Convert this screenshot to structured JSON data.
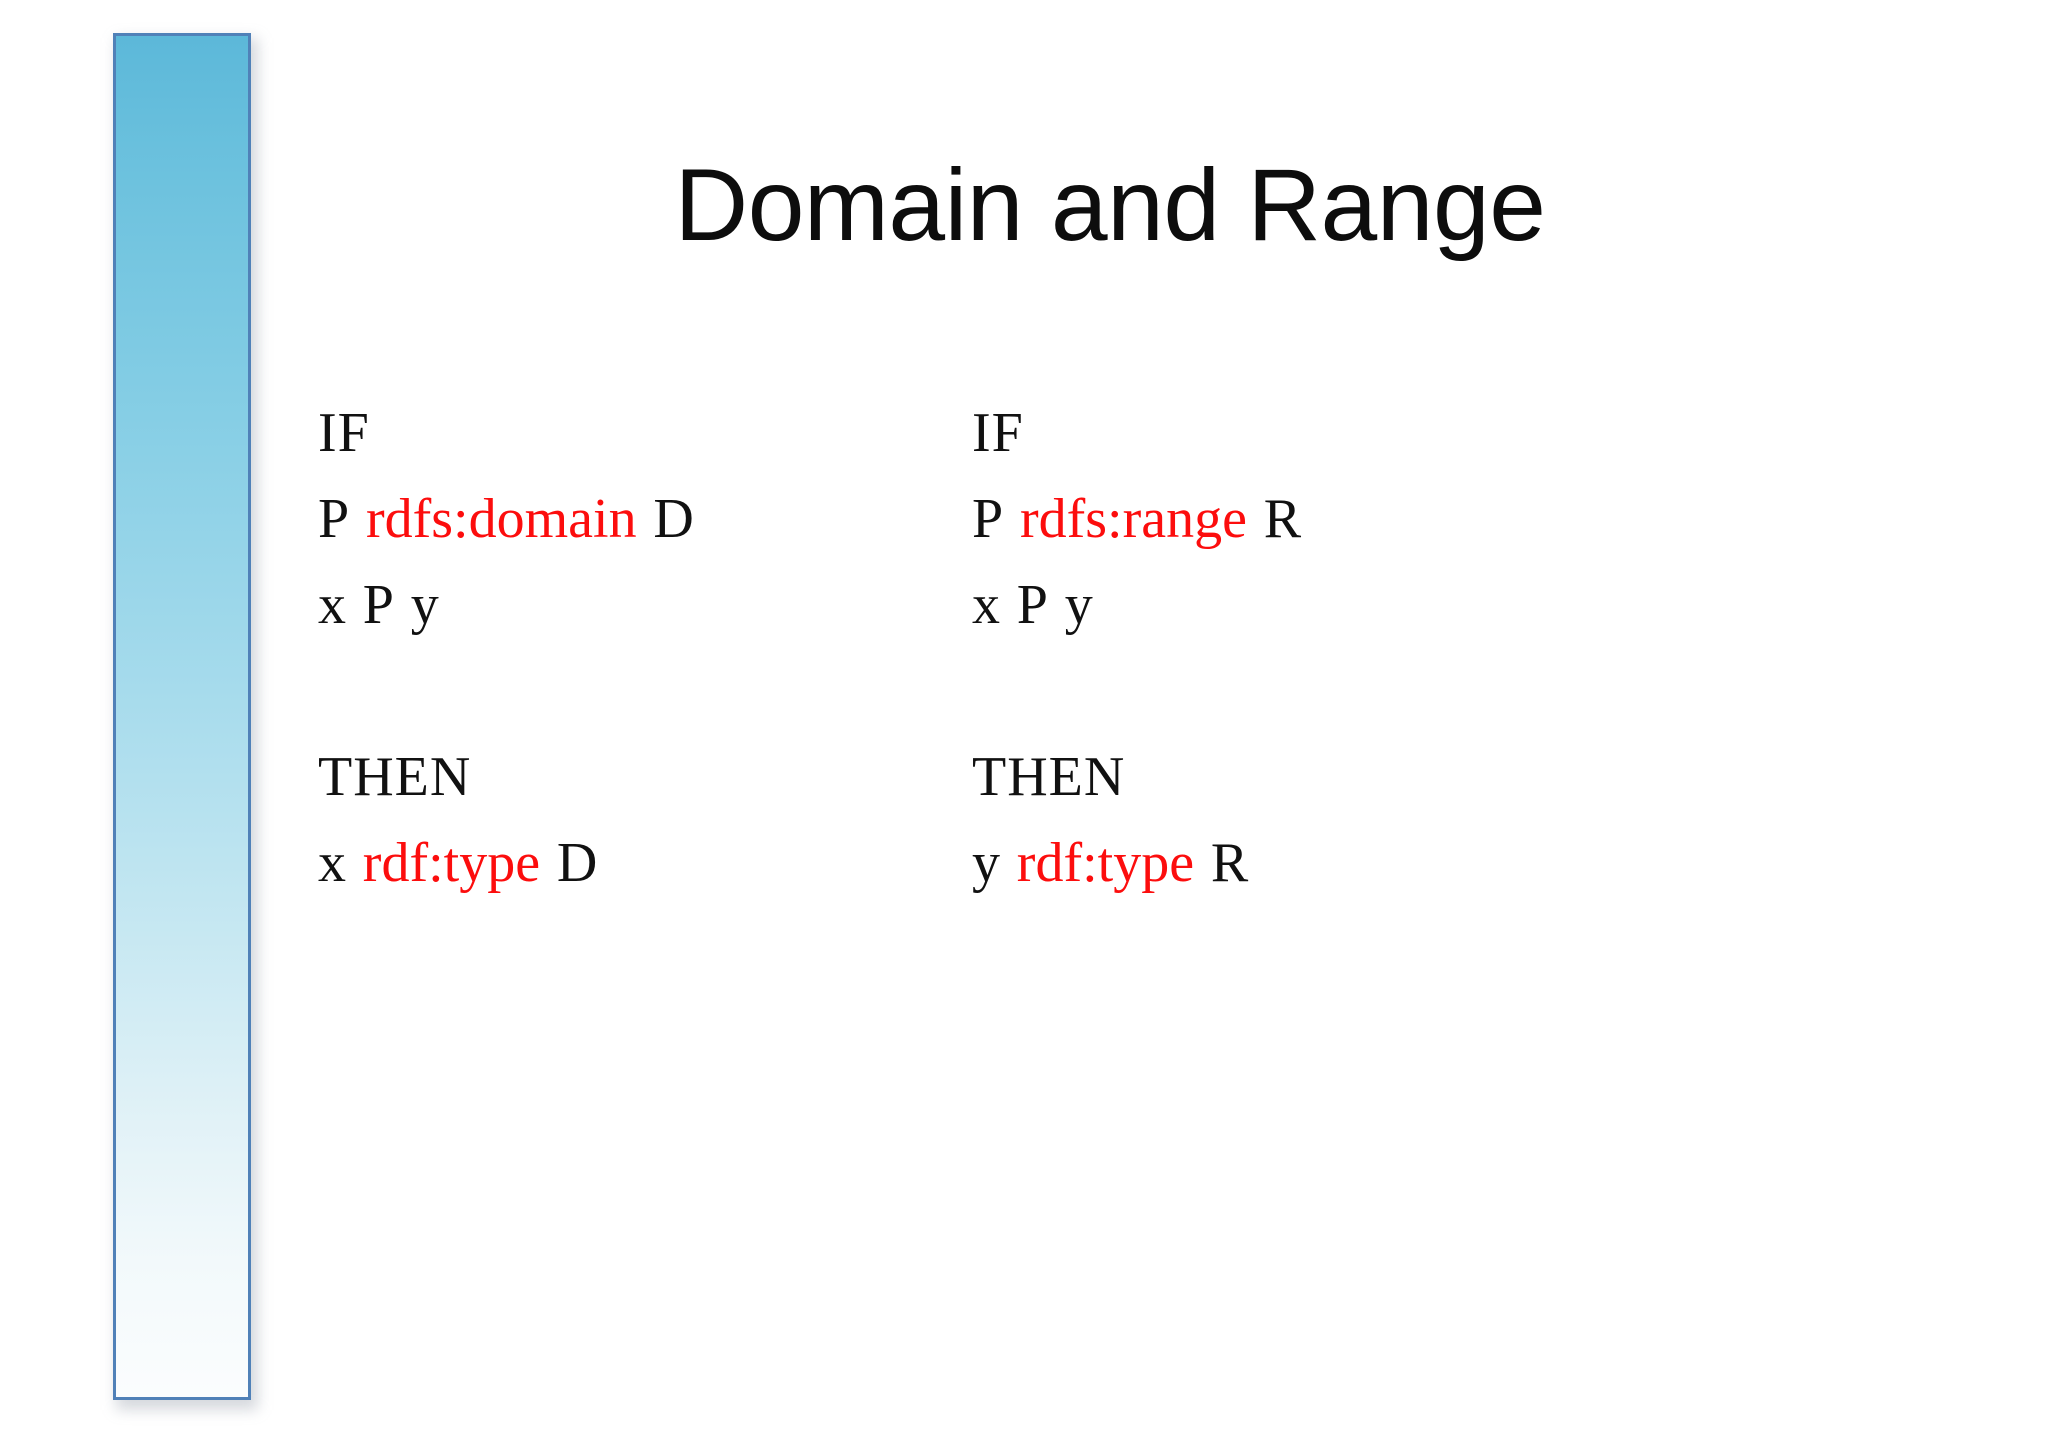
{
  "slide": {
    "title": "Domain and Range",
    "background_color": "#ffffff",
    "accent_bar": {
      "name": "left-gradient-bar",
      "gradient_top_color": "#5cb8d9",
      "gradient_mid_color": "#a6dbec",
      "gradient_bottom_color": "#fbfdfe",
      "border_color": "#5081b8"
    },
    "text_colors": {
      "body": "#111111",
      "predicate": "#fc0d0d"
    }
  },
  "columns": [
    {
      "id": "domain",
      "if_label": "IF",
      "then_label": "THEN",
      "if_premises": [
        {
          "subject": "P",
          "predicate": "rdfs:domain",
          "object": "D"
        },
        {
          "subject": "x",
          "predicate": "P",
          "object": "y",
          "predicate_is_plain": true
        }
      ],
      "then_conclusions": [
        {
          "subject": "x",
          "predicate": "rdf:type",
          "object": "D"
        }
      ]
    },
    {
      "id": "range",
      "if_label": "IF",
      "then_label": "THEN",
      "if_premises": [
        {
          "subject": "P",
          "predicate": "rdfs:range",
          "object": "R"
        },
        {
          "subject": "x",
          "predicate": "P",
          "object": "y",
          "predicate_is_plain": true
        }
      ],
      "then_conclusions": [
        {
          "subject": "y",
          "predicate": "rdf:type",
          "object": "R"
        }
      ]
    }
  ]
}
